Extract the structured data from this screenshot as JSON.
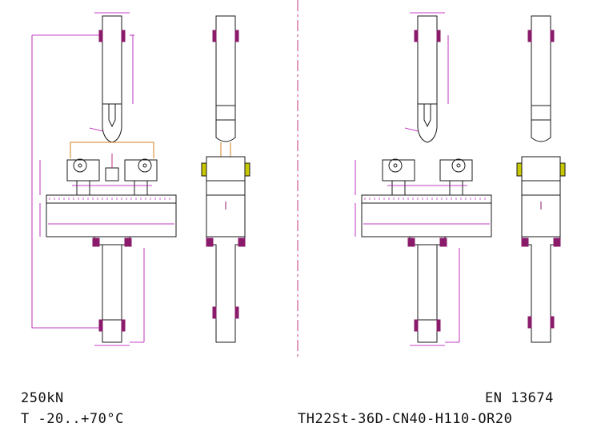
{
  "notes": {
    "load": "250kN",
    "temperature": "T -20..+70°C",
    "standard": "EN 13674",
    "specimen": "TH22St-36D-CN40-H110-OR20"
  },
  "colors": {
    "outline": "#1a1a1a",
    "dimension": "#b000b0",
    "bolt": "#8a1a6a",
    "centerline": "#c03080",
    "wire": "#d08020",
    "clamp": "#c8c800",
    "background": "#ffffff"
  }
}
